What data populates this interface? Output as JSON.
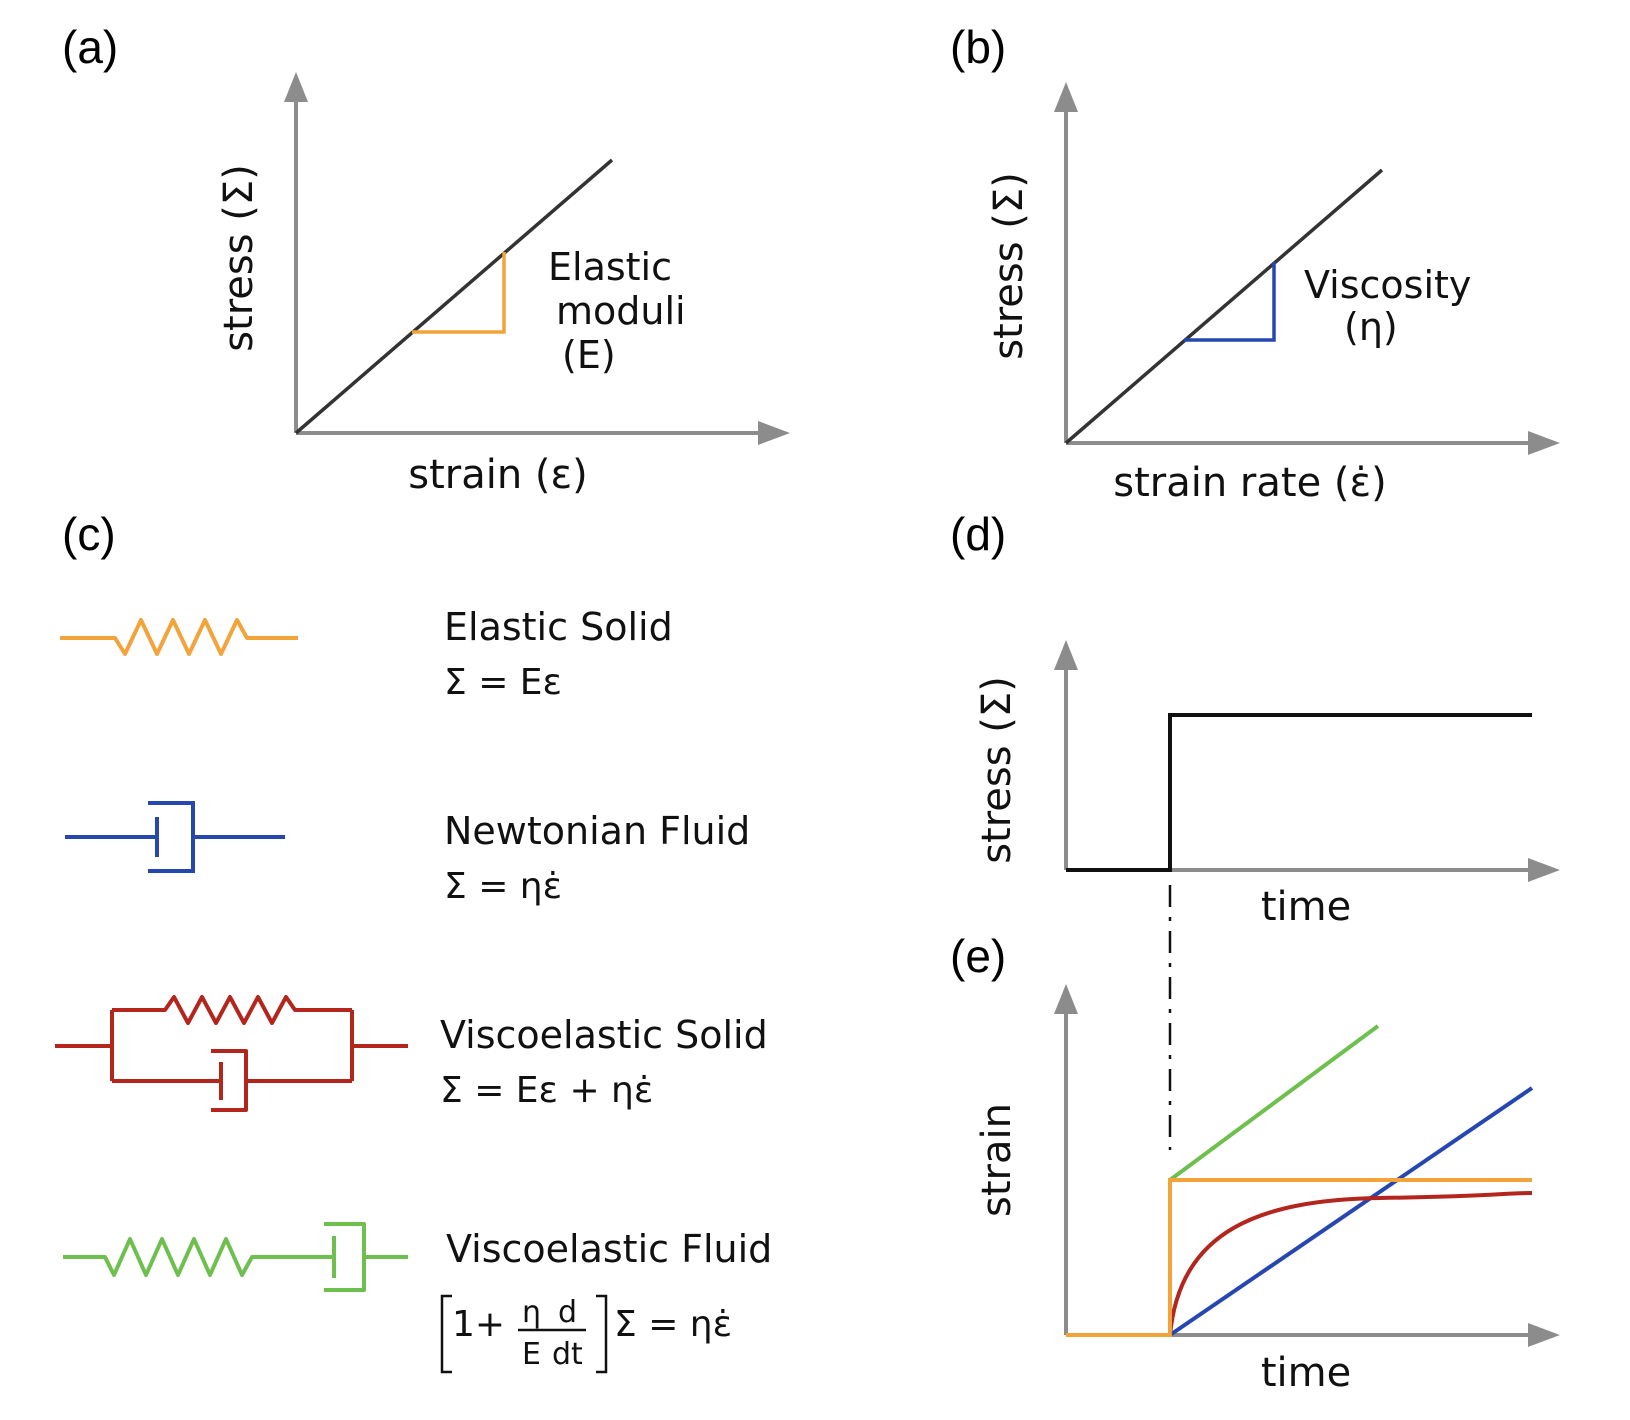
{
  "colors": {
    "elastic": "#f2a33a",
    "newtonian": "#2747b0",
    "viscoelastic_solid": "#b3261e",
    "viscoelastic_fluid": "#6ec04e",
    "axis": "#8c8c8c",
    "curve": "#333333"
  },
  "panel_a": {
    "label": "(a)",
    "ylabel": "stress (Σ)",
    "xlabel": "strain (ε)",
    "note": [
      "Elastic",
      "moduli",
      "(E)"
    ]
  },
  "panel_b": {
    "label": "(b)",
    "ylabel": "stress (Σ)",
    "xlabel": "strain rate (ε̇)",
    "note": [
      "Viscosity",
      "(η)"
    ]
  },
  "panel_c": {
    "label": "(c)",
    "models": [
      {
        "name": "Elastic Solid",
        "equation": "Σ = Eε",
        "element": "spring"
      },
      {
        "name": "Newtonian Fluid",
        "equation": "Σ = ηε̇",
        "element": "dashpot"
      },
      {
        "name": "Viscoelastic Solid",
        "equation": "Σ = Eε + ηε̇",
        "element": "spring-dashpot-parallel"
      },
      {
        "name": "Viscoelastic Fluid",
        "element": "spring-dashpot-series",
        "equation_parts": {
          "one_plus": "1+",
          "num_eta": "η",
          "num_d": "d",
          "den_E": "E",
          "den_dt": "dt",
          "rhs": "Σ = ηε̇"
        }
      }
    ]
  },
  "panel_d": {
    "label": "(d)",
    "ylabel": "stress (Σ)",
    "xlabel": "time"
  },
  "panel_e": {
    "label": "(e)",
    "ylabel": "strain",
    "xlabel": "time"
  }
}
